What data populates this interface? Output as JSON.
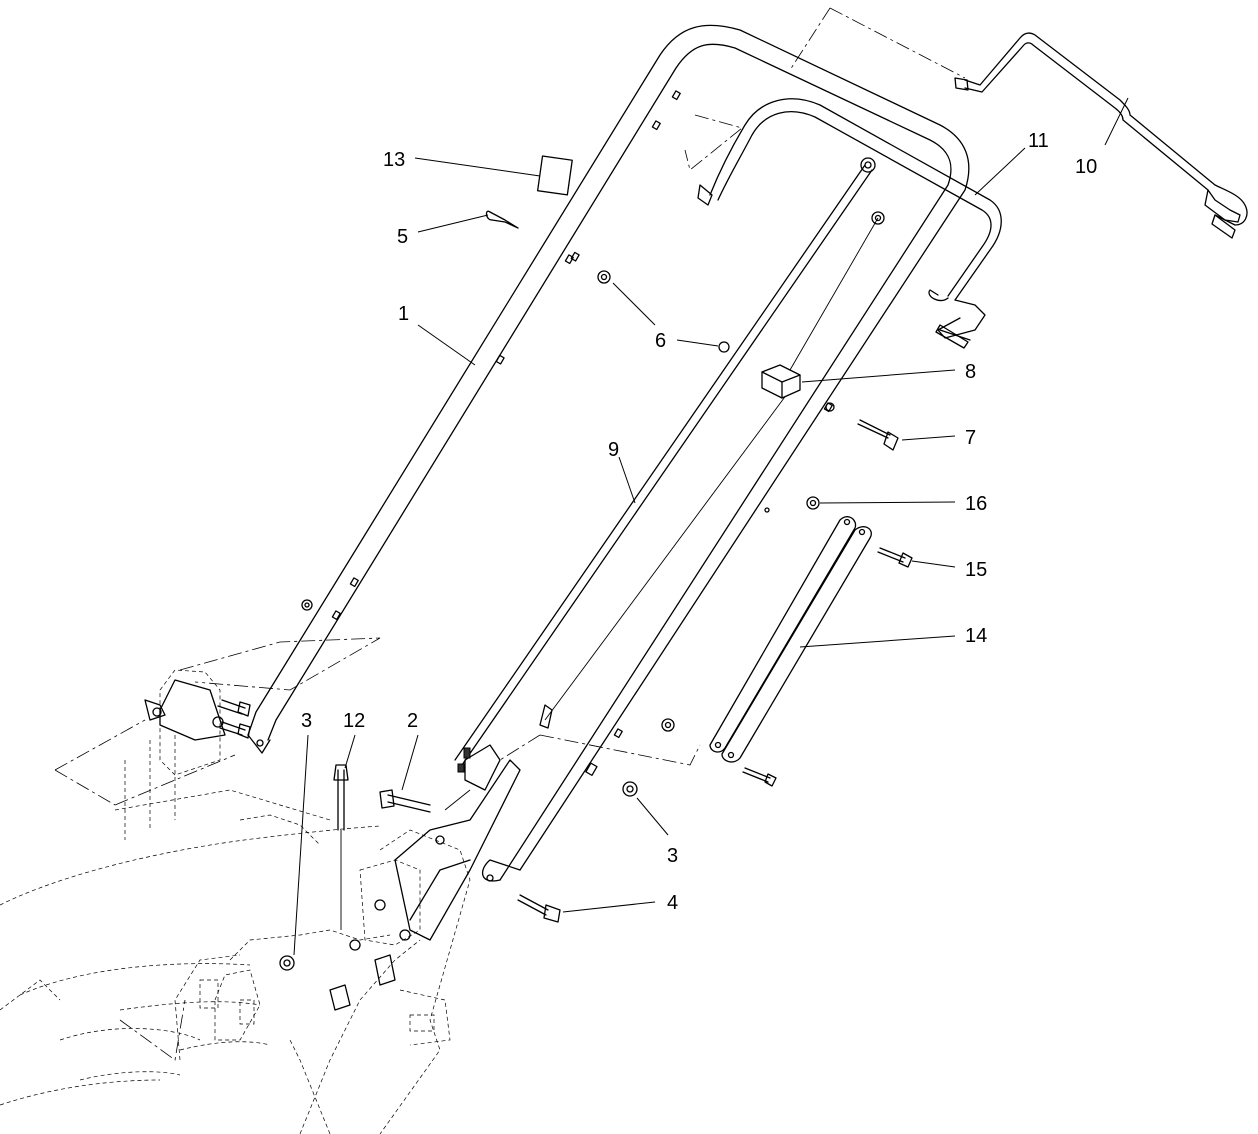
{
  "callouts": {
    "c1": "1",
    "c2": "2",
    "c3a": "3",
    "c3b": "3",
    "c4": "4",
    "c5": "5",
    "c6": "6",
    "c7": "7",
    "c8": "8",
    "c9": "9",
    "c10": "10",
    "c11": "11",
    "c12": "12",
    "c13": "13",
    "c14": "14",
    "c15": "15",
    "c16": "16"
  }
}
